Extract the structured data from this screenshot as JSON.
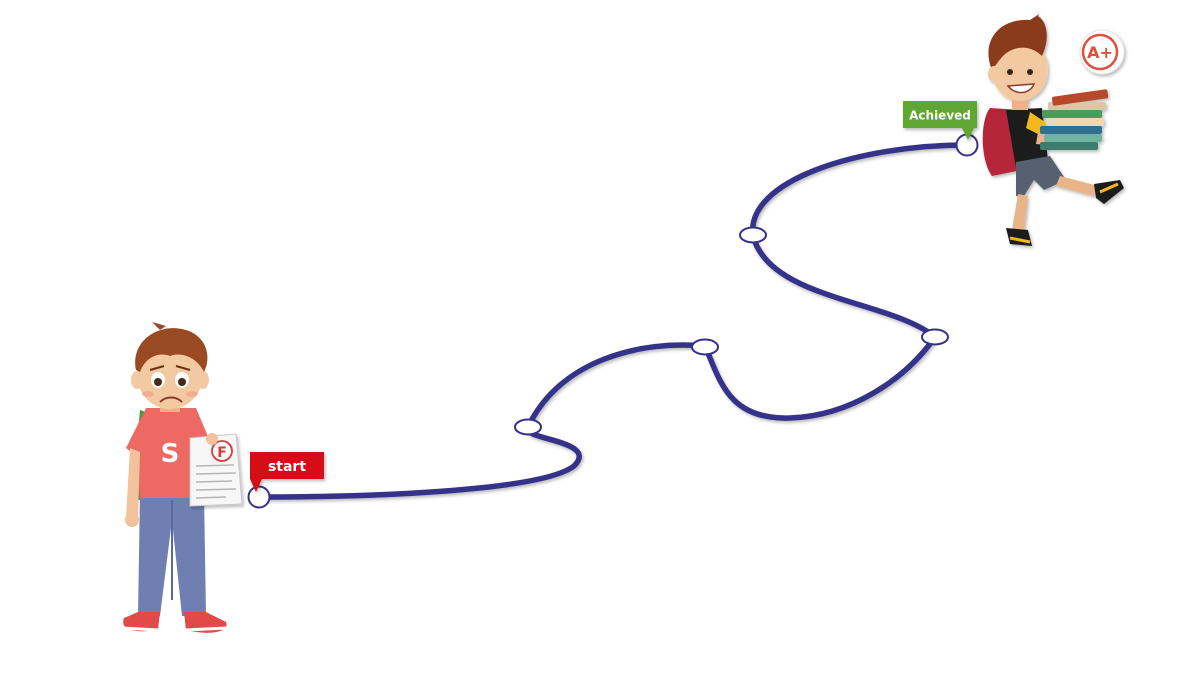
{
  "labels": {
    "start": "start",
    "achieved": "Achieved"
  },
  "grade_badges": {
    "start_paper_grade": "F",
    "goal_badge_grade": "A+"
  },
  "shirt_letter": "S",
  "colors": {
    "path": "#35318a",
    "start_flag": "#d40f14",
    "achieved_flag": "#5fa733",
    "milestone_fill": "#ffffff",
    "grade_red": "#d63a3a"
  },
  "icons": {
    "start_character": "sad-student-icon",
    "goal_character": "happy-student-with-books-icon",
    "start_paper": "failed-test-paper-icon",
    "goal_badge": "a-plus-badge-icon"
  }
}
